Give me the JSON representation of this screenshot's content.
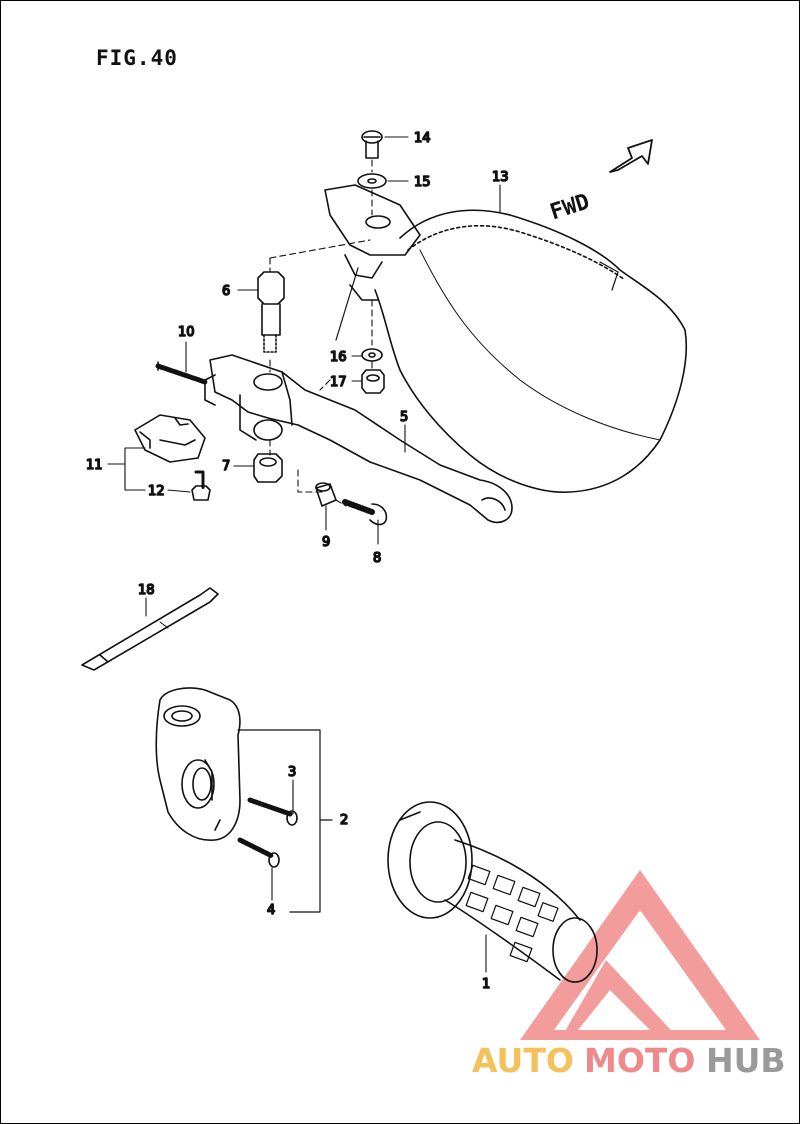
{
  "figure": {
    "title": "FIG.40"
  },
  "direction": {
    "label": "FWD"
  },
  "callouts": [
    {
      "id": "14",
      "label": "14"
    },
    {
      "id": "15",
      "label": "15"
    },
    {
      "id": "13",
      "label": "13"
    },
    {
      "id": "6",
      "label": "6"
    },
    {
      "id": "10",
      "label": "10"
    },
    {
      "id": "16",
      "label": "16"
    },
    {
      "id": "17",
      "label": "17"
    },
    {
      "id": "5",
      "label": "5"
    },
    {
      "id": "11",
      "label": "11"
    },
    {
      "id": "7",
      "label": "7"
    },
    {
      "id": "12",
      "label": "12"
    },
    {
      "id": "9",
      "label": "9"
    },
    {
      "id": "8",
      "label": "8"
    },
    {
      "id": "18",
      "label": "18"
    },
    {
      "id": "3",
      "label": "3"
    },
    {
      "id": "2",
      "label": "2"
    },
    {
      "id": "4",
      "label": "4"
    },
    {
      "id": "1",
      "label": "1"
    }
  ],
  "watermark": {
    "part1": "AUTO",
    "part2": "MOTO",
    "part3": "HUB",
    "colors": {
      "auto": "#f5c15a",
      "moto": "#f08a8a",
      "hub": "#9a9a9a",
      "triangle": "#f07070"
    }
  }
}
